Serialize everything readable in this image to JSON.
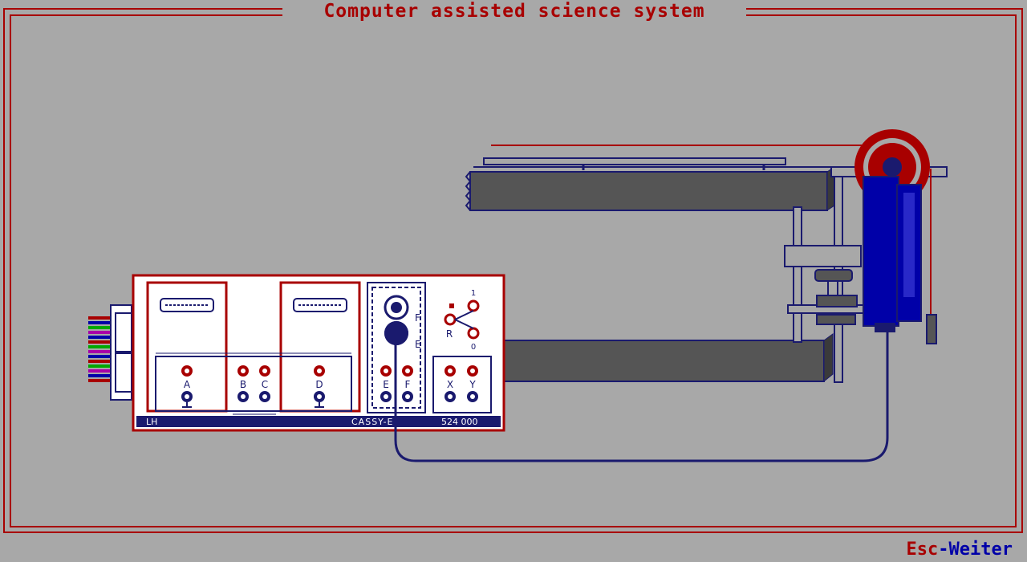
{
  "window": {
    "title": "Computer assisted science system"
  },
  "footer": {
    "key": "Esc",
    "separator": "-",
    "action": "Weiter"
  },
  "device": {
    "left_label": "LH",
    "model": "CASSY-E",
    "part_number": "524 000",
    "inputs": {
      "a": "A",
      "b": "B",
      "c": "C",
      "d": "D",
      "e": "E",
      "f": "F",
      "x": "X",
      "y": "Y",
      "port_f": "F",
      "port_e": "E",
      "r": "R",
      "one": "1",
      "zero": "0"
    }
  },
  "colors": {
    "background": "#a8a8a8",
    "frame": "#a80000",
    "accent_blue": "#0000a8",
    "dark_blue": "#1a1a6e",
    "track_gray": "#555555"
  }
}
